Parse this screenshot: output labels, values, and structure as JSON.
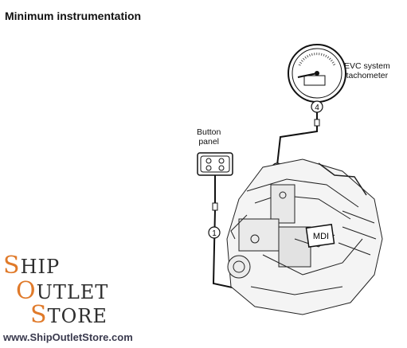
{
  "title": "Minimum instrumentation",
  "tachometer_label": [
    "EVC system",
    "tachometer"
  ],
  "panel_label": [
    "Button",
    "panel"
  ],
  "mdi_label": "MDI",
  "callouts": {
    "tach_cable": "4",
    "engine_cable": "1",
    "panel_cable": "1"
  },
  "logo": {
    "line1_cap": "S",
    "line1_rest": "HIP",
    "line2_cap": "O",
    "line2_rest": "UTLET",
    "line3_cap": "S",
    "line3_rest": "TORE"
  },
  "website": "www.ShipOutletStore.com",
  "colors": {
    "logo_accent": "#e07a2a",
    "logo_text": "#2e2e2e",
    "website": "#3a3a4e"
  }
}
